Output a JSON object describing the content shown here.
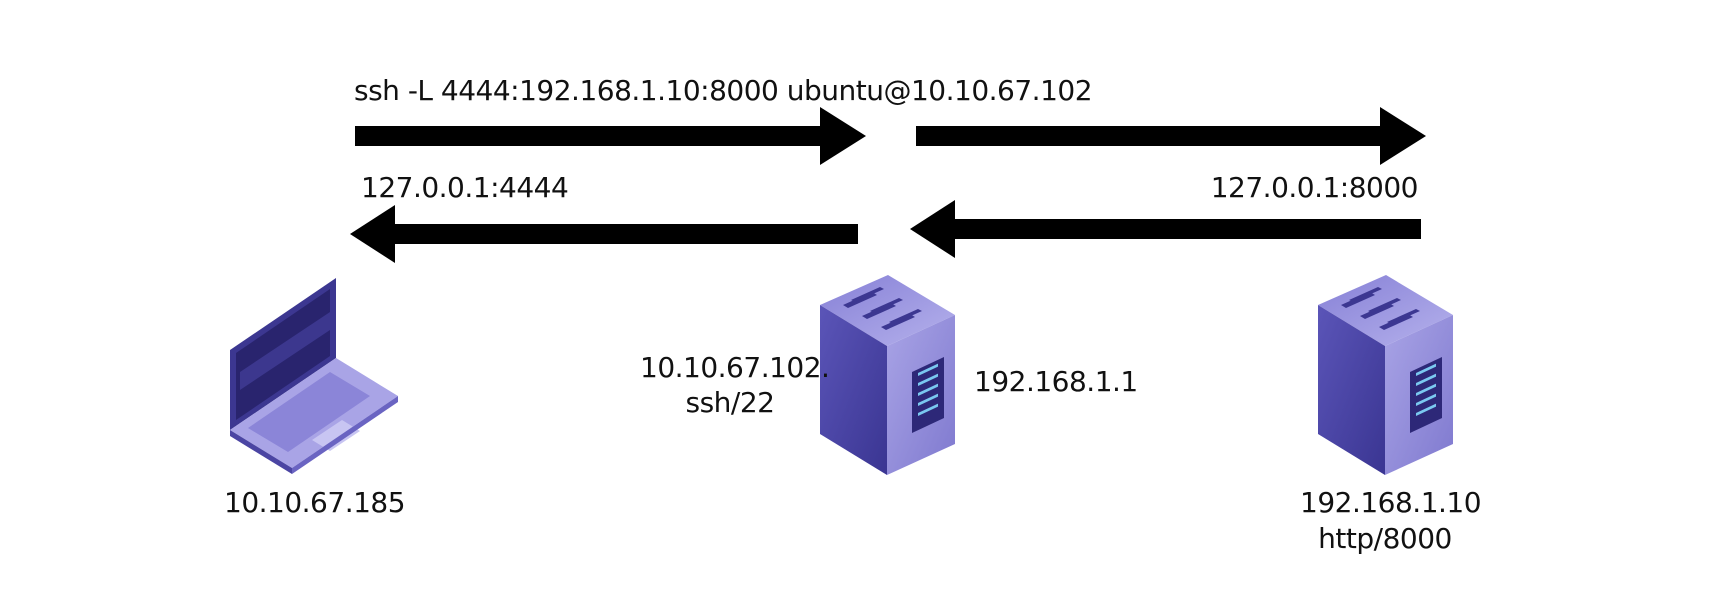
{
  "command": "ssh -L 4444:192.168.1.10:8000 ubuntu@10.10.67.102",
  "forward_local": "127.0.0.1:4444",
  "forward_remote": "127.0.0.1:8000",
  "client": {
    "ip": "10.10.67.185",
    "icon": "laptop-icon"
  },
  "jump_server": {
    "ip_line": "10.10.67.102.",
    "service": "ssh/22",
    "internal_ip": "192.168.1.1",
    "icon": "server-icon"
  },
  "target_server": {
    "ip": "192.168.1.10",
    "service": "http/8000",
    "icon": "server-icon"
  },
  "colors": {
    "arrow": "#000000",
    "device_dark": "#3c3791",
    "device_mid": "#6a64c2",
    "device_light": "#a9a4e6",
    "screen_glow": "#7ac8f0"
  }
}
